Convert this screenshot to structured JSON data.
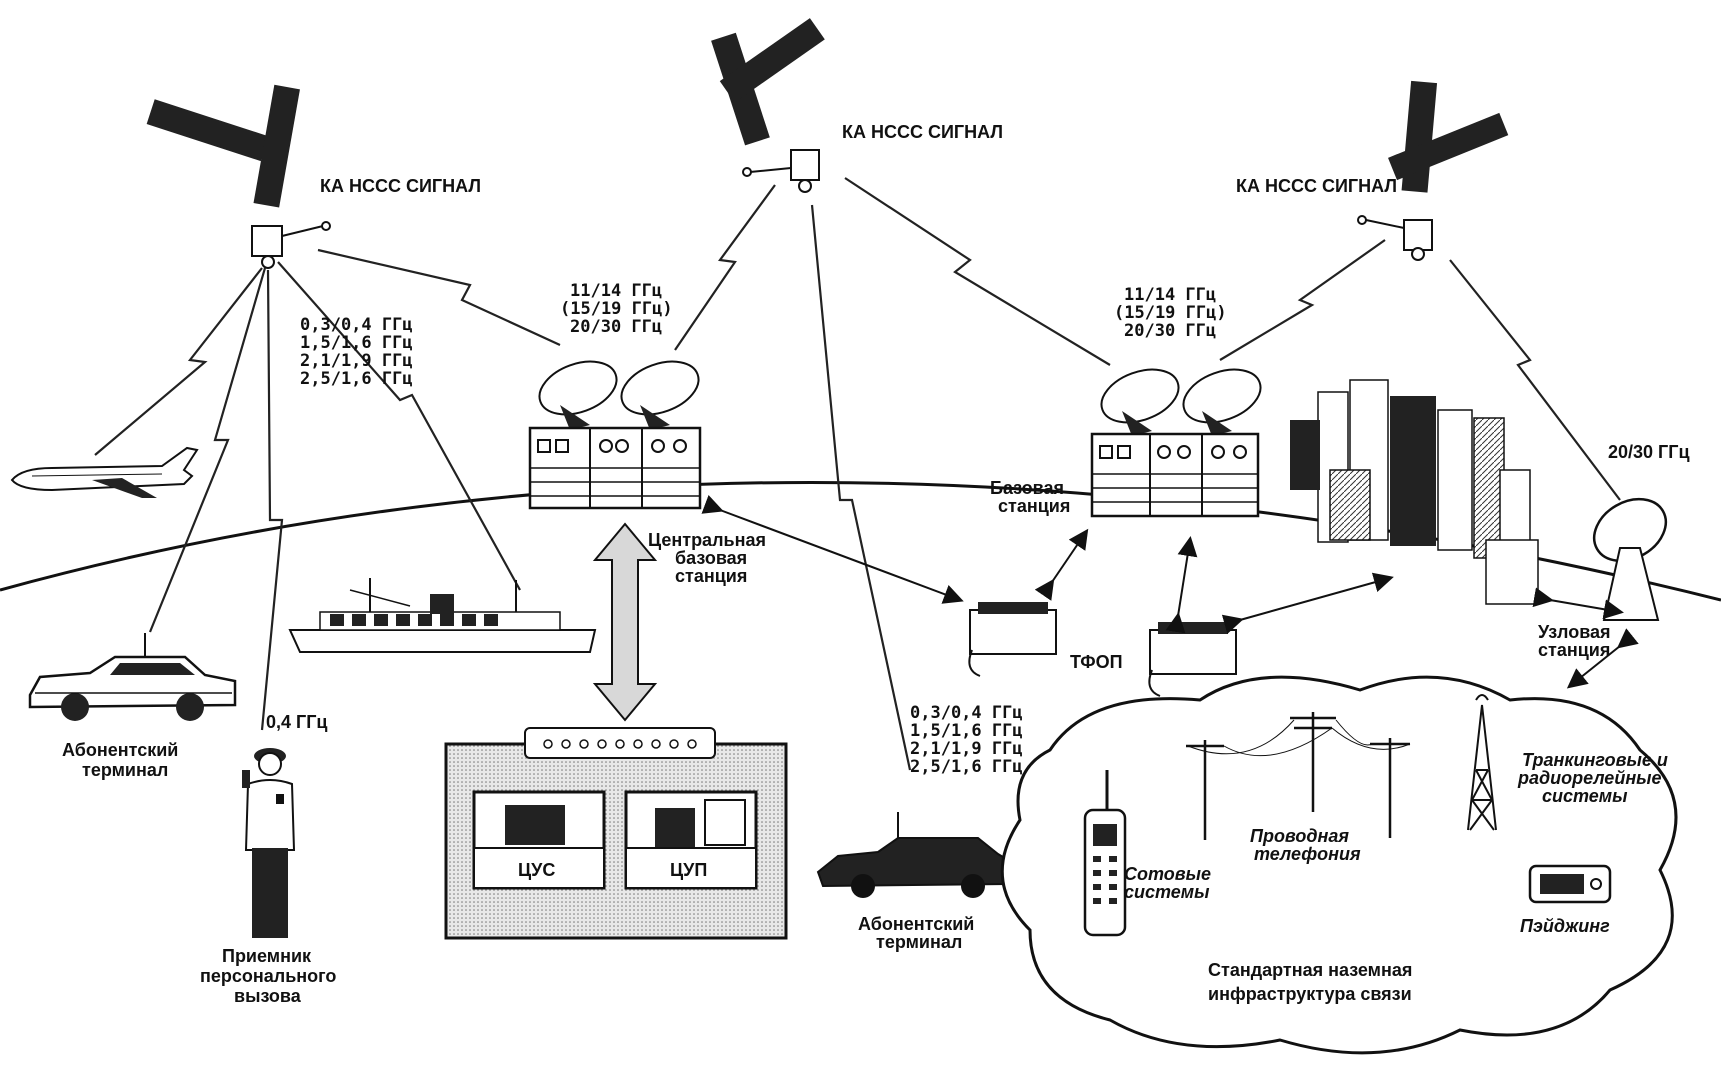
{
  "satellites": [
    {
      "label": "КА НССС СИГНАЛ"
    },
    {
      "label": "КА НССС СИГНАЛ"
    },
    {
      "label": "КА НССС СИГНАЛ"
    }
  ],
  "freq_blocks": {
    "left_low": [
      "0,3/0,4 ГГц",
      "1,5/1,6 ГГц",
      "2,1/1,9 ГГц",
      "2,5/1,6 ГГц"
    ],
    "center_feeder": [
      "11/14 ГГц",
      "(15/19 ГГц)",
      "20/30 ГГц"
    ],
    "right_feeder": [
      "11/14 ГГц",
      "(15/19 ГГц)",
      "20/30 ГГц"
    ],
    "center_low": [
      "0,3/0,4 ГГц",
      "1,5/1,6 ГГц",
      "2,1/1,9 ГГц",
      "2,5/1,6 ГГц"
    ],
    "node_link": "20/30 ГГц",
    "pager_freq": "0,4 ГГц"
  },
  "labels": {
    "subscriber_left": [
      "Абонентский",
      "терминал"
    ],
    "pager_receiver": [
      "Приемник",
      "персонального",
      "вызова"
    ],
    "central_station": [
      "Центральная",
      "базовая",
      "станция"
    ],
    "base_station": [
      "Базовая",
      "станция"
    ],
    "pstn": "ТФОП",
    "node_station": [
      "Узловая",
      "станция"
    ],
    "subscriber_center": [
      "Абонентский",
      "терминал"
    ],
    "cus": "ЦУС",
    "cup": "ЦУП",
    "cellular": [
      "Сотовые",
      "системы"
    ],
    "wired": [
      "Проводная",
      "телефония"
    ],
    "trunking": [
      "Транкинговые и",
      "радиорелейные",
      "системы"
    ],
    "paging": "Пэйджинг",
    "infrastructure": [
      "Стандартная наземная",
      "инфраструктура связи"
    ]
  }
}
